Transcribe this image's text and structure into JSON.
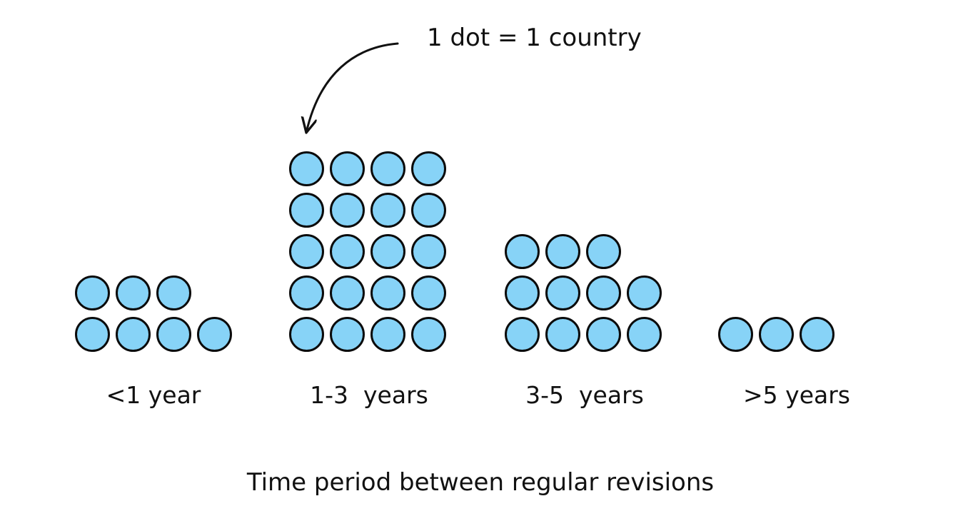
{
  "page": {
    "background_color": "#ffffff",
    "text_color": "#111111"
  },
  "annotation": {
    "text": "1 dot = 1 country"
  },
  "chart_data": {
    "type": "bar",
    "variant": "dot-plot-pictograph",
    "title": "Time period between regular revisions",
    "unit_note": "1 dot = 1 country",
    "categories": [
      "<1 year",
      "1-3  years",
      "3-5  years",
      ">5 years"
    ],
    "values": [
      7,
      20,
      11,
      3
    ],
    "dot_rows_top_to_bottom": [
      [
        3,
        4
      ],
      [
        4,
        4,
        4,
        4,
        4
      ],
      [
        3,
        4,
        4
      ],
      [
        3
      ]
    ],
    "dot_fill_color": "#87d3f7",
    "dot_border_color": "#0b0b0b",
    "arrow_color": "#111111",
    "grid": false,
    "xlabel": "",
    "ylabel": "",
    "legend_position": "top annotation with curved arrow pointing to a dot"
  }
}
